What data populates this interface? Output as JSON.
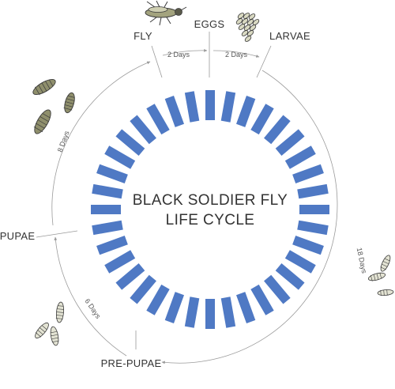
{
  "colors": {
    "bar": "#4f79c4",
    "line": "#9a9a9a",
    "text": "#333333",
    "illustration_fill": "#a3a37e",
    "illustration_stroke": "#3a3a3a"
  },
  "title": {
    "line1": "BLACK SOLDIER FLY",
    "line2": "LIFE CYCLE"
  },
  "stages": {
    "fly": "FLY",
    "eggs": "EGGS",
    "larvae": "LARVAE",
    "pupae": "PUPAE",
    "prepupae": "PRE-PUPAE"
  },
  "durations": {
    "fly_to_eggs": "2 Days",
    "eggs_to_larvae": "2 Days",
    "larvae_to_prepupae": "18 Days",
    "prepupae_to_pupae": "6 Days",
    "pupae_to_fly": "8 Days"
  },
  "icons": [
    "fly-icon",
    "eggs-icon",
    "larvae-icon",
    "prepupae-icon",
    "pupae-icon"
  ],
  "ring": {
    "bar_count": 36
  }
}
